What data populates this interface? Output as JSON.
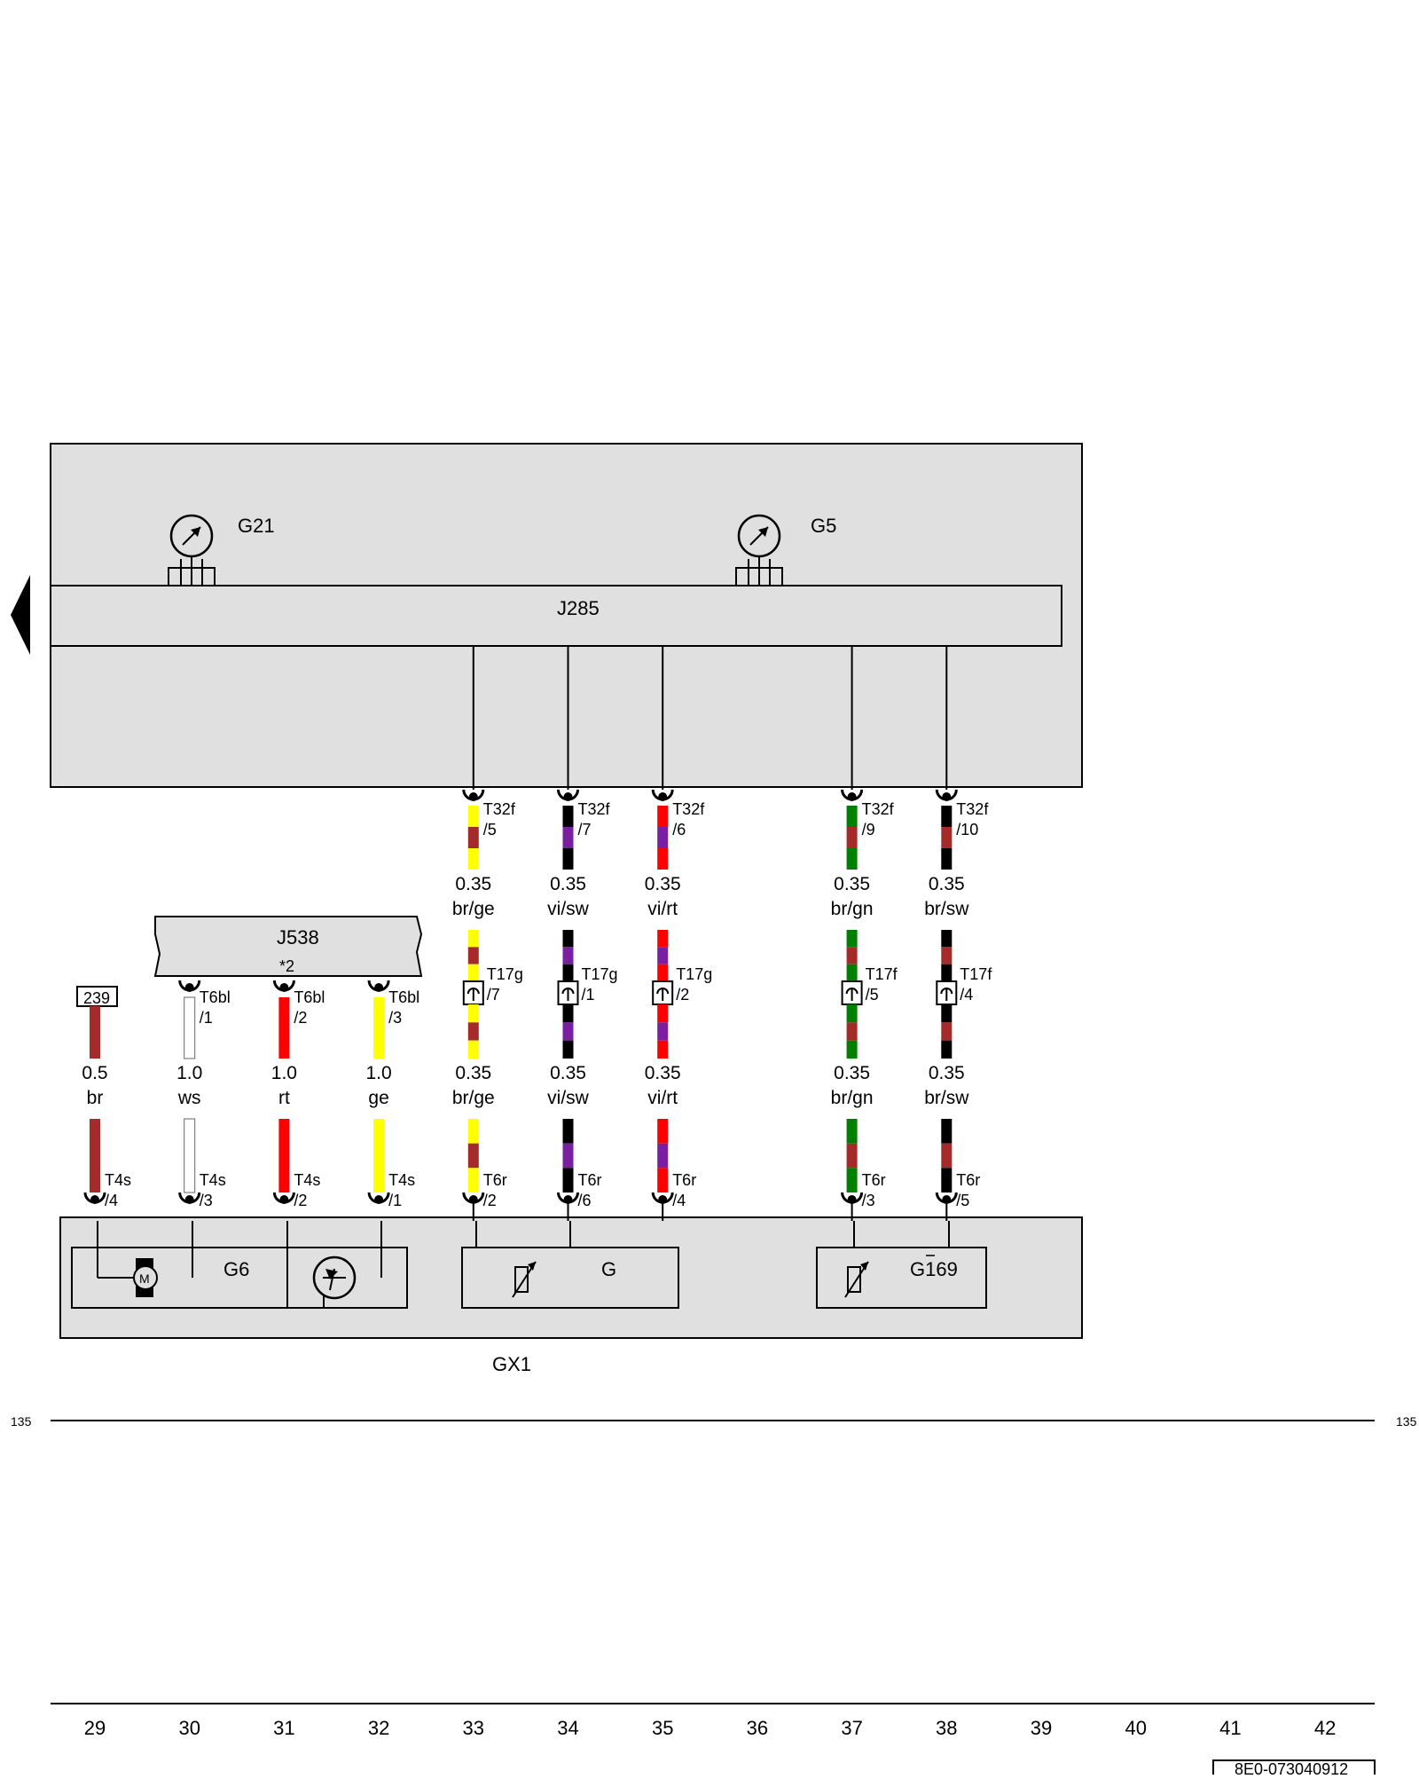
{
  "components": {
    "g21": "G21",
    "g5": "G5",
    "j285": "J285",
    "j538": "J538",
    "j538_note": "*2",
    "g6": "G6",
    "g": "G",
    "g169": "G169",
    "gx1": "GX1",
    "ref_239": "239"
  },
  "wires": [
    {
      "id": "w33",
      "col": 33,
      "upper_conn": [
        "T32f",
        "/5"
      ],
      "upper_size": "0.35",
      "upper_color": "br/ge",
      "mid_conn": [
        "T17g",
        "/7"
      ],
      "lower_size": "0.35",
      "lower_color": "br/ge",
      "lower_conn": [
        "T6r",
        "/2"
      ],
      "base": "#a52a2a",
      "stripe": "#ffff00"
    },
    {
      "id": "w34",
      "col": 34,
      "upper_conn": [
        "T32f",
        "/7"
      ],
      "upper_size": "0.35",
      "upper_color": "vi/sw",
      "mid_conn": [
        "T17g",
        "/1"
      ],
      "lower_size": "0.35",
      "lower_color": "vi/sw",
      "lower_conn": [
        "T6r",
        "/6"
      ],
      "base": "#7a1fa2",
      "stripe": "#000000"
    },
    {
      "id": "w35",
      "col": 35,
      "upper_conn": [
        "T32f",
        "/6"
      ],
      "upper_size": "0.35",
      "upper_color": "vi/rt",
      "mid_conn": [
        "T17g",
        "/2"
      ],
      "lower_size": "0.35",
      "lower_color": "vi/rt",
      "lower_conn": [
        "T6r",
        "/4"
      ],
      "base": "#7a1fa2",
      "stripe": "#ff0000"
    },
    {
      "id": "w37",
      "col": 37,
      "upper_conn": [
        "T32f",
        "/9"
      ],
      "upper_size": "0.35",
      "upper_color": "br/gn",
      "mid_conn": [
        "T17f",
        "/5"
      ],
      "lower_size": "0.35",
      "lower_color": "br/gn",
      "lower_conn": [
        "T6r",
        "/3"
      ],
      "base": "#a52a2a",
      "stripe": "#008000"
    },
    {
      "id": "w38",
      "col": 38,
      "upper_conn": [
        "T32f",
        "/10"
      ],
      "upper_size": "0.35",
      "upper_color": "br/sw",
      "mid_conn": [
        "T17f",
        "/4"
      ],
      "lower_size": "0.35",
      "lower_color": "br/sw",
      "lower_conn": [
        "T6r",
        "/5"
      ],
      "base": "#a52a2a",
      "stripe": "#000000"
    }
  ],
  "left_wires": [
    {
      "id": "w29",
      "col": 29,
      "top_conn": [
        "",
        ""
      ],
      "size": "0.5",
      "color": "br",
      "lower_conn": [
        "T4s",
        "/4"
      ],
      "fill": "#a52a2a"
    },
    {
      "id": "w30",
      "col": 30,
      "top_conn": [
        "T6bl",
        "/1"
      ],
      "size": "1.0",
      "color": "ws",
      "lower_conn": [
        "T4s",
        "/3"
      ],
      "fill": "#ffffff"
    },
    {
      "id": "w31",
      "col": 31,
      "top_conn": [
        "T6bl",
        "/2"
      ],
      "size": "1.0",
      "color": "rt",
      "lower_conn": [
        "T4s",
        "/2"
      ],
      "fill": "#ff0000"
    },
    {
      "id": "w32",
      "col": 32,
      "top_conn": [
        "T6bl",
        "/3"
      ],
      "size": "1.0",
      "color": "ge",
      "lower_conn": [
        "T4s",
        "/1"
      ],
      "fill": "#ffff00"
    }
  ],
  "page_ref": {
    "left": "135",
    "right": "135"
  },
  "ruler": [
    "29",
    "30",
    "31",
    "32",
    "33",
    "34",
    "35",
    "36",
    "37",
    "38",
    "39",
    "40",
    "41",
    "42"
  ],
  "doc_code": "8E0-073040912",
  "colors": {
    "panel": "#e0e0e0",
    "line": "#000000"
  }
}
